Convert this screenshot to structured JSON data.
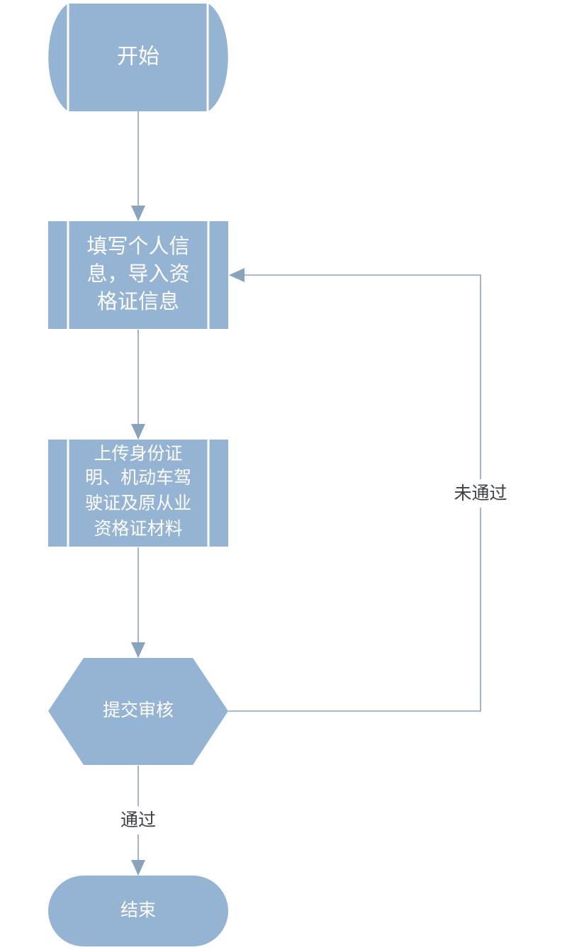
{
  "colors": {
    "node_fill": "#95b3d2",
    "node_stroke": "#ffffff",
    "edge": "#8aa3bd",
    "edge_label": "#3c4148",
    "node_text": "#ffffff"
  },
  "nodes": {
    "start": {
      "label": "开始"
    },
    "fill_info": {
      "lines": [
        "填写个人信",
        "息，导入资",
        "格证信息"
      ]
    },
    "upload": {
      "lines": [
        "上传身份证",
        "明、机动车驾",
        "驶证及原从业",
        "资格证材料"
      ]
    },
    "review": {
      "label": "提交审核"
    },
    "end": {
      "label": "结束"
    }
  },
  "edges": {
    "fail_label": "未通过",
    "pass_label": "通过"
  }
}
